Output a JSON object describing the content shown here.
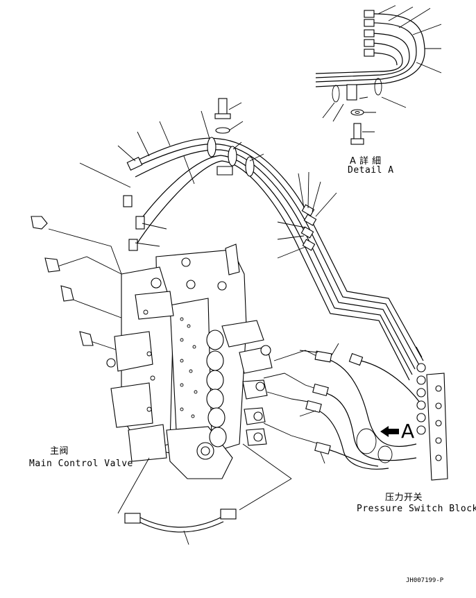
{
  "labels": {
    "main_valve_cn": "主阀",
    "main_valve_en": "Main Control Valve",
    "pressure_switch_cn": "压力开关",
    "pressure_switch_en": "Pressure Switch Block",
    "detail_cn": "A 詳 細",
    "detail_en": "Detail A",
    "view_marker": "A",
    "drawing_code": "JH007199-P"
  }
}
